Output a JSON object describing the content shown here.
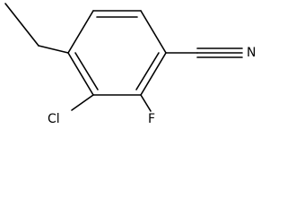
{
  "molecule": {
    "atoms": {
      "n": "N",
      "cl": "Cl",
      "f": "F"
    }
  }
}
